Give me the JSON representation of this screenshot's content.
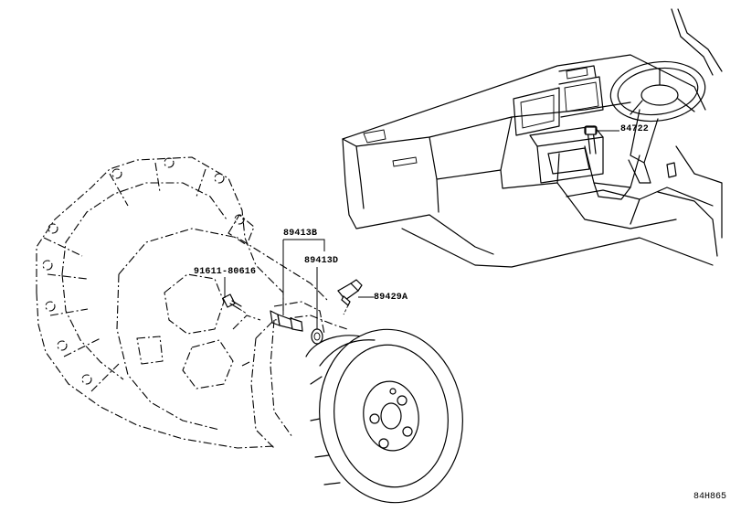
{
  "parts": {
    "switch_84722": "84722",
    "sensor_89413B": "89413B",
    "sensor_89413D": "89413D",
    "bolt_91611": "91611-80616",
    "sensor_89429A": "89429A"
  },
  "illustration_code": "84H865"
}
